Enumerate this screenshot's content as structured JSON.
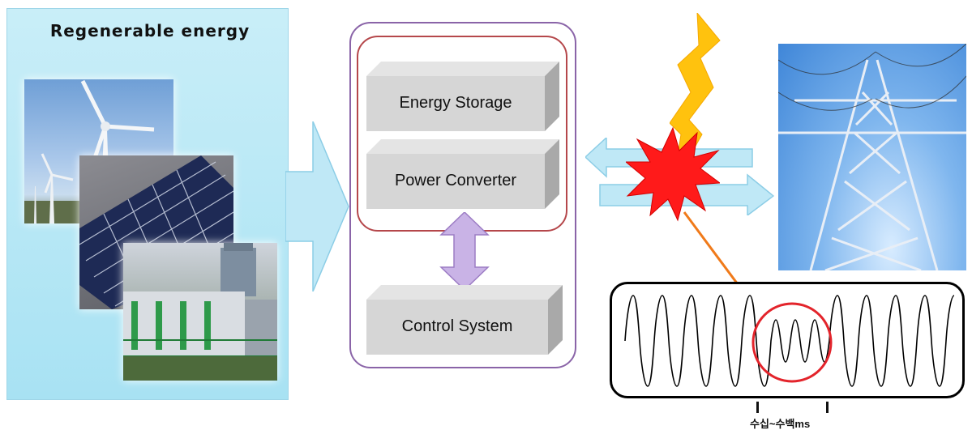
{
  "regenerable_panel": {
    "title": "Regenerable energy",
    "photos": [
      "wind-turbine-photo",
      "solar-panel-photo",
      "energy-plant-photo"
    ],
    "background_color": "#b6e7f6"
  },
  "system": {
    "components": [
      {
        "label": "Energy Storage"
      },
      {
        "label": "Power Converter"
      },
      {
        "label": "Control System"
      }
    ],
    "outer_frame_color": "#8a64a8",
    "inner_frame_color": "#b5474b",
    "link_arrow_color": "#c9b3e6"
  },
  "grid": {
    "photo": "transmission-tower-photo",
    "fault_icon": "lightning-fault-icon",
    "fault_color": "#ff1a1a",
    "lightning_color": "#ffc20e",
    "flow_arrow_color": "#bfe8f6"
  },
  "waveform": {
    "time_label": "수십~수백ms",
    "highlight_color": "#e3242b",
    "pointer_color": "#f07a1a"
  }
}
